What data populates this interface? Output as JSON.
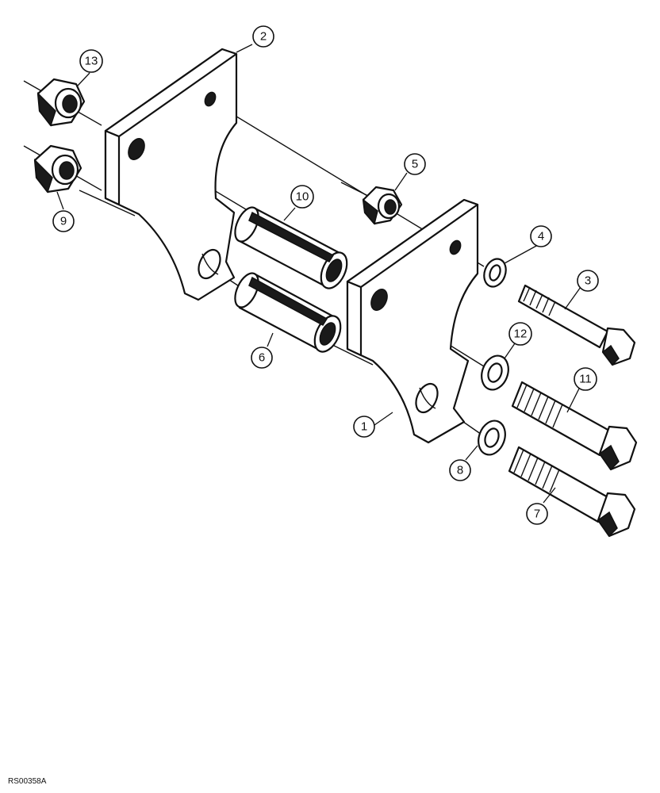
{
  "callouts": [
    {
      "id": "part-1",
      "label": "1"
    },
    {
      "id": "part-2",
      "label": "2"
    },
    {
      "id": "part-3",
      "label": "3"
    },
    {
      "id": "part-4",
      "label": "4"
    },
    {
      "id": "part-5",
      "label": "5"
    },
    {
      "id": "part-6",
      "label": "6"
    },
    {
      "id": "part-7",
      "label": "7"
    },
    {
      "id": "part-8",
      "label": "8"
    },
    {
      "id": "part-9",
      "label": "9"
    },
    {
      "id": "part-10",
      "label": "10"
    },
    {
      "id": "part-11",
      "label": "11"
    },
    {
      "id": "part-12",
      "label": "12"
    },
    {
      "id": "part-13",
      "label": "13"
    }
  ],
  "figure_code": "RS00358A"
}
